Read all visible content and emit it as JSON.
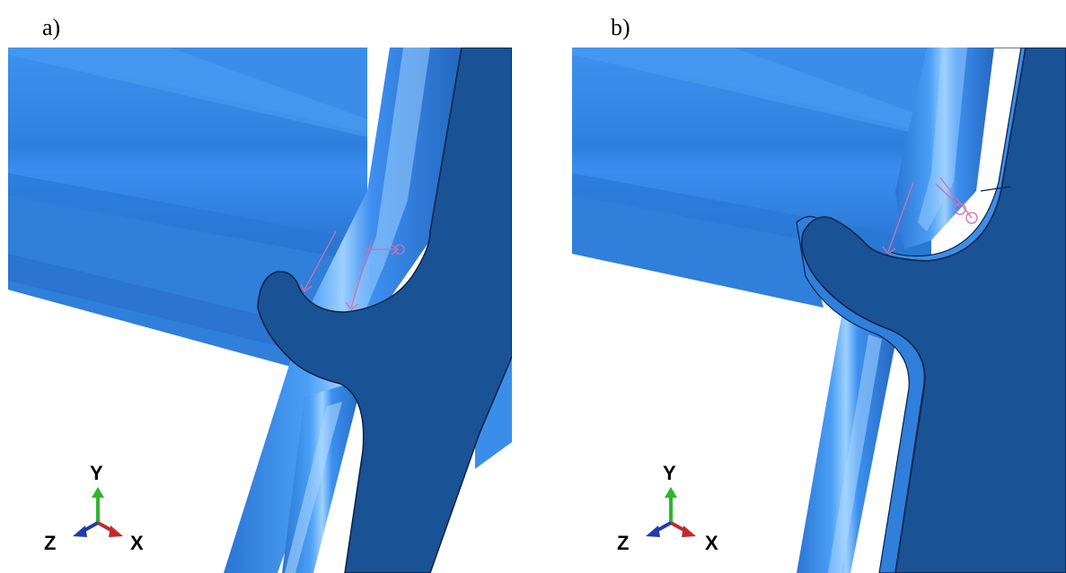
{
  "panels": [
    {
      "label": "a)",
      "triad": {
        "y": "Y",
        "x": "X",
        "z": "Z"
      }
    },
    {
      "label": "b)",
      "triad": {
        "y": "Y",
        "x": "X",
        "z": "Z"
      }
    }
  ],
  "colors": {
    "tube_light": "#3a8eea",
    "tube_mid": "#2a78d6",
    "tube_dark": "#1e5fb3",
    "highlight": "#8cc6ff",
    "section_face": "#1a5296",
    "edge": "#0b2244",
    "load_arrow": "#d46fa9",
    "axis_y": "#2fb52f",
    "axis_x": "#c0292b",
    "axis_z": "#1f3bb0"
  },
  "icons": [
    "axis-triad-icon",
    "load-arrow-icon"
  ]
}
